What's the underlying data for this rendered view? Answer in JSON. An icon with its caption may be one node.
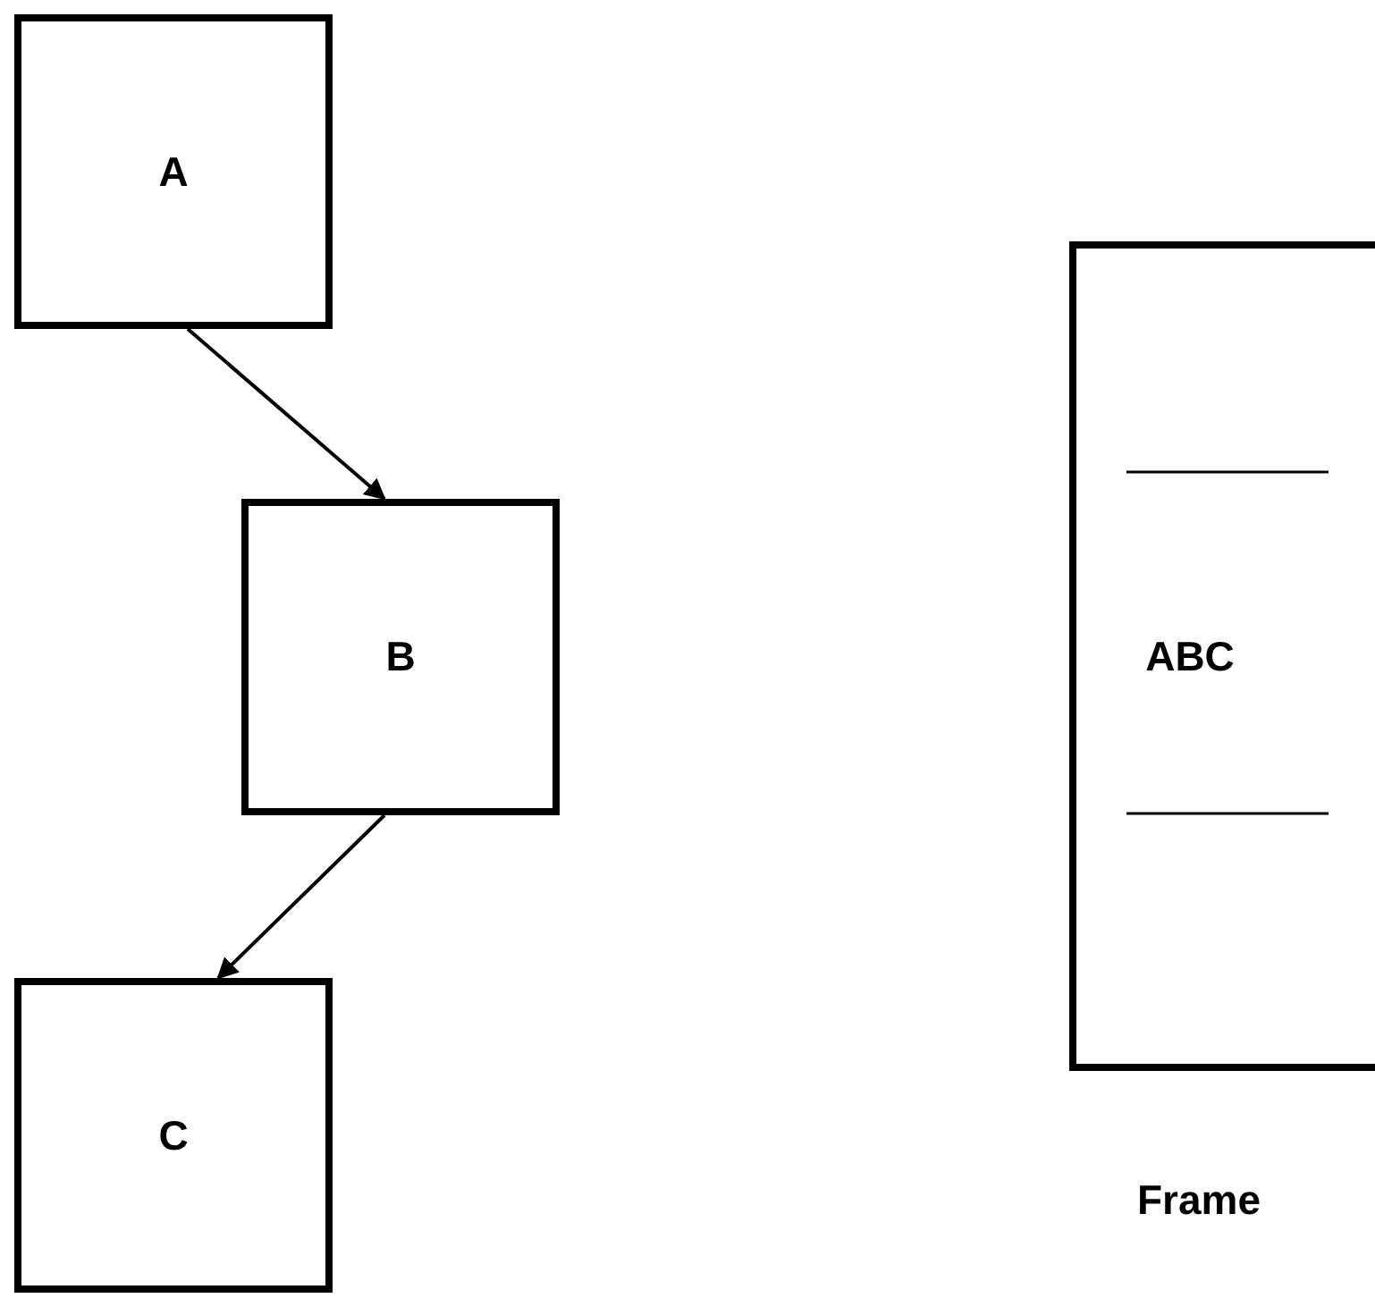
{
  "diagram": {
    "nodes": [
      {
        "text": [
          "A"
        ]
      },
      {
        "text": [
          "B"
        ]
      },
      {
        "text": [
          "C"
        ]
      },
      {
        "text": [
          "ABC"
        ],
        "beside": [
          "Frame"
        ]
      }
    ],
    "edges": [
      {
        "from": 0,
        "to": 1,
        "arrow": "to"
      },
      {
        "from": 1,
        "to": 2,
        "arrow": "to"
      }
    ]
  }
}
